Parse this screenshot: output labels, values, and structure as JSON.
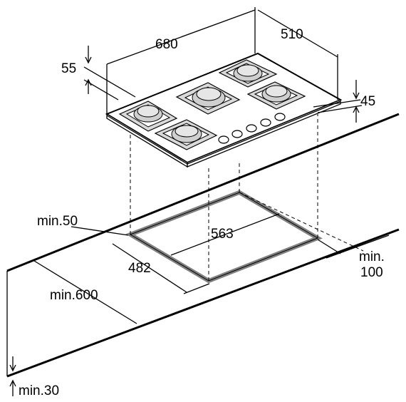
{
  "dimensions": {
    "width": "680",
    "depth": "510",
    "glass_edge": "55",
    "height": "45",
    "cutout_width": "563",
    "cutout_depth": "482",
    "min_front": "min.50",
    "min_depth": "min.600",
    "min_wall_line1": "min.",
    "min_wall_line2": "100",
    "min_thickness": "min.30"
  },
  "colors": {
    "line": "#000000",
    "cutout_border": "#808080",
    "burner_fill": "#d9d9d9"
  }
}
